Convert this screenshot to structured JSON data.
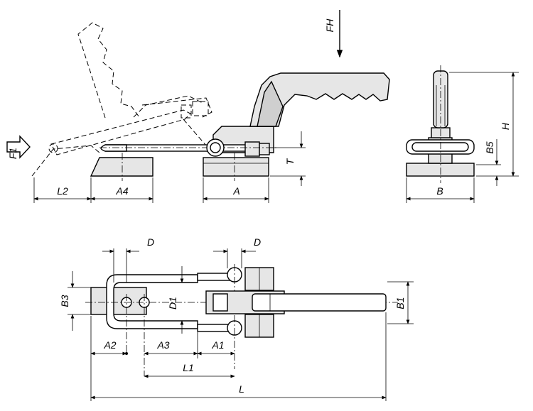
{
  "labels": {
    "FH": "FH",
    "F1": "F1",
    "L2": "L2",
    "A4": "A4",
    "A": "A",
    "T": "T",
    "B": "B",
    "B5": "B5",
    "H": "H",
    "D_left": "D",
    "D_right": "D",
    "D1": "D1",
    "B3": "B3",
    "B1": "B1",
    "A2": "A2",
    "A3": "A3",
    "A1": "A1",
    "L1": "L1",
    "L": "L"
  },
  "colors": {
    "line": "#000000",
    "fill_light": "#e6e6e6",
    "fill_dark": "#cfcfcf",
    "background": "#ffffff"
  }
}
